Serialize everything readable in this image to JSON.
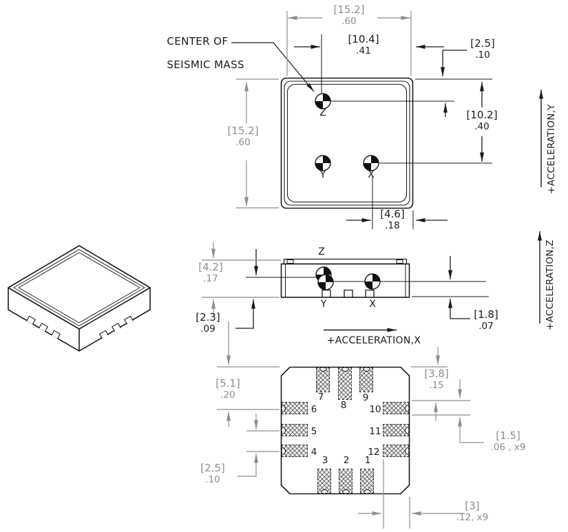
{
  "callout": {
    "line1": "CENTER OF",
    "line2": "SEISMIC MASS"
  },
  "acceleration_labels": {
    "x": "+ACCELERATION,X",
    "y": "+ACCELERATION,Y",
    "z": "+ACCELERATION,Z"
  },
  "top_view_axes": {
    "z": "Z",
    "y": "Y",
    "x": "X"
  },
  "side_view_axes": {
    "z": "Z",
    "y": "Y",
    "x": "X"
  },
  "dimensions": {
    "body_width": {
      "mm": "[15.2]",
      "in": ".60"
    },
    "z_to_right_edge": {
      "mm": "[10.4]",
      "in": ".41"
    },
    "top_edge_to_z": {
      "mm": "[2.5]",
      "in": ".10"
    },
    "top_edge_to_xy": {
      "mm": "[10.2]",
      "in": ".40"
    },
    "body_height": {
      "mm": "[15.2]",
      "in": ".60"
    },
    "x_to_right_edge": {
      "mm": "[4.6]",
      "in": ".18"
    },
    "package_height": {
      "mm": "[4.2]",
      "in": ".17"
    },
    "yz_axis_to_base": {
      "mm": "[2.3]",
      "in": ".09"
    },
    "x_axis_to_base": {
      "mm": "[1.8]",
      "in": ".07"
    },
    "edge_to_first_pad": {
      "mm": "[5.1]",
      "in": ".20"
    },
    "pad_pitch_side": {
      "mm": "[2.5]",
      "in": ".10"
    },
    "edge_to_pad_top": {
      "mm": "[3.8]",
      "in": ".15"
    },
    "pad_width": {
      "mm": "[1.5]",
      "in": ".06 , x9"
    },
    "pad_pitch_bottom": {
      "mm": "[3]",
      "in": ".12, x9"
    }
  },
  "pads": [
    "1",
    "2",
    "3",
    "4",
    "5",
    "6",
    "7",
    "8",
    "9",
    "10",
    "11",
    "12"
  ],
  "colors": {
    "line": "#1a1a1a",
    "dim_gray": "#8e8e8e"
  }
}
